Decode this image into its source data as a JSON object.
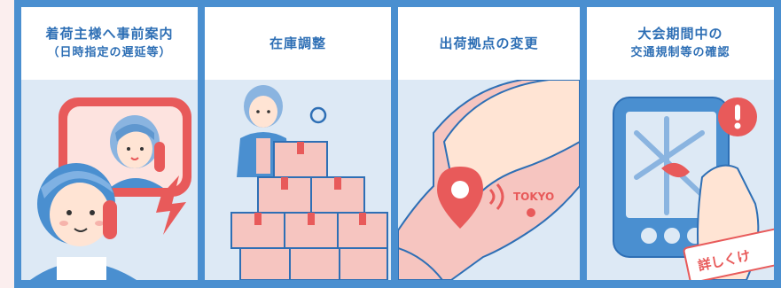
{
  "panels": [
    {
      "title_line1": "着荷主様へ事前案内",
      "title_line2": "（日時指定の遅延等）",
      "icon": "phone-call-illustration"
    },
    {
      "title_line1": "在庫調整",
      "title_line2": "",
      "icon": "box-stack-illustration"
    },
    {
      "title_line1": "出荷拠点の変更",
      "title_line2": "",
      "icon": "map-pin-illustration"
    },
    {
      "title_line1": "大会期間中の",
      "title_line2": "交通規制等の確認",
      "icon": "tablet-map-illustration"
    }
  ],
  "map_label": "TOKYO",
  "corner_tag": "詳しくけ",
  "colors": {
    "blue": "#4a8fd0",
    "dark_blue": "#2e6fb5",
    "light_blue": "#dde9f5",
    "red": "#e85a5a",
    "pink": "#f6c5c0",
    "background": "#fbeeee"
  }
}
